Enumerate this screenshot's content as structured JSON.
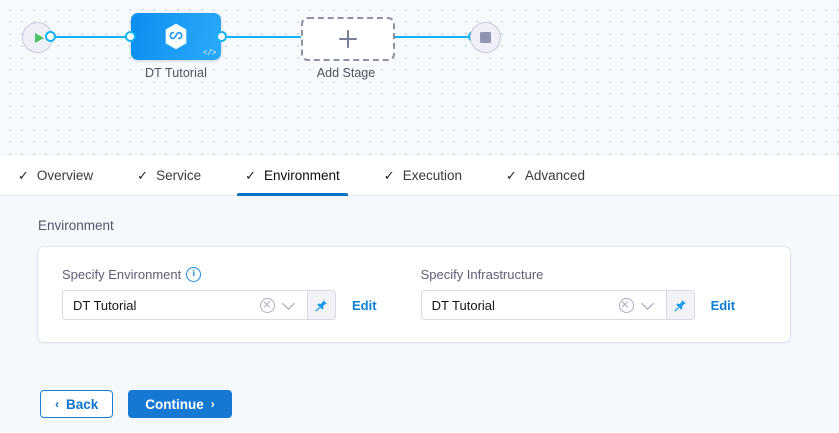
{
  "pipeline": {
    "start_node": {
      "icon": "play-icon",
      "name": "pipeline-start"
    },
    "stage": {
      "label": "DT Tutorial",
      "icon": "harness-hexagon-icon",
      "badge_icon": "code-icon",
      "badge_text": "</>"
    },
    "add_stage": {
      "label": "Add Stage",
      "icon": "plus-icon"
    },
    "end_node": {
      "icon": "stop-icon",
      "name": "pipeline-end"
    },
    "accent_color": "#10b3f3",
    "stage_color": "#1a9bf5"
  },
  "tabs": [
    {
      "label": "Overview",
      "check": "✓",
      "active": false
    },
    {
      "label": "Service",
      "check": "✓",
      "active": false
    },
    {
      "label": "Environment",
      "check": "✓",
      "active": true
    },
    {
      "label": "Execution",
      "check": "✓",
      "active": false
    },
    {
      "label": "Advanced",
      "check": "✓",
      "active": false
    }
  ],
  "content": {
    "section_title": "Environment",
    "fields": [
      {
        "label": "Specify Environment",
        "has_info_icon": true,
        "info_icon": "info-icon",
        "value": "DT Tutorial",
        "clear_icon": "clear-icon",
        "dropdown_icon": "chevron-down-icon",
        "pin_icon": "pin-icon",
        "edit_label": "Edit"
      },
      {
        "label": "Specify Infrastructure",
        "has_info_icon": false,
        "info_icon": "",
        "value": "DT Tutorial",
        "clear_icon": "clear-icon",
        "dropdown_icon": "chevron-down-icon",
        "pin_icon": "pin-icon",
        "edit_label": "Edit"
      }
    ]
  },
  "footer": {
    "back_label": "Back",
    "back_caret": "‹",
    "continue_label": "Continue",
    "continue_caret": "›"
  },
  "colors": {
    "primary": "#1579d4",
    "link": "#0a7fd4",
    "tab_active_underline": "#0a72c4"
  }
}
